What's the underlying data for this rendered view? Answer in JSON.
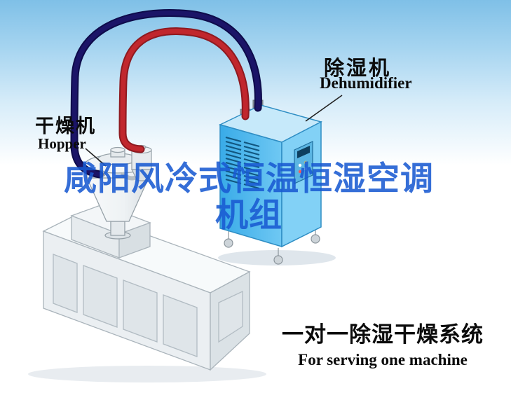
{
  "labels": {
    "dryer": {
      "cn": "干燥机",
      "en": "Hopper"
    },
    "dehumidifier": {
      "cn": "除湿机",
      "en": "Dehumidifier"
    }
  },
  "watermark": {
    "line1": "咸阳风冷式恒温恒湿空调",
    "line2": "机组",
    "color": "#1d5ed3"
  },
  "caption": {
    "cn": "一对一除湿干燥系统",
    "en": "For serving one machine"
  },
  "colors": {
    "sky_blue": "#7fc0e7",
    "dehumidifier_blue": "#45b5ee",
    "hose_supply_red": "#c1272d",
    "hose_return_navy": "#1b1467",
    "machine_gray": "#ebeff2"
  }
}
